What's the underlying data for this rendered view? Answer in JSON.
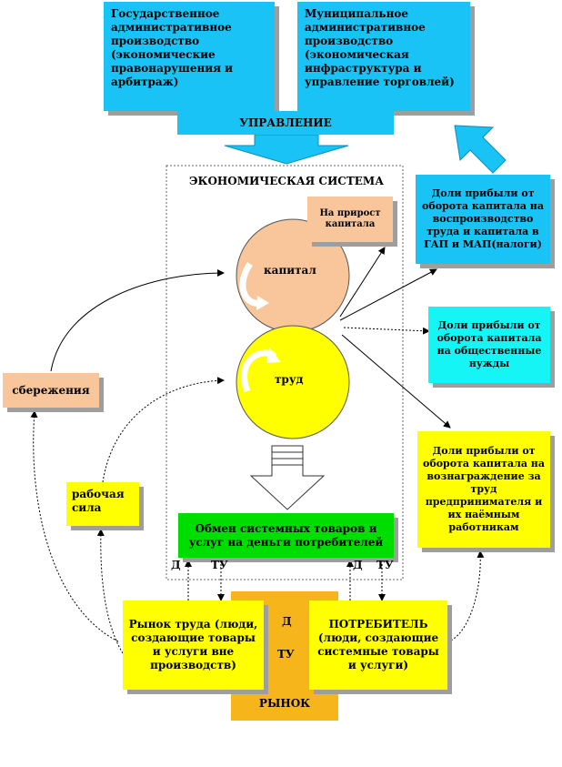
{
  "gov": {
    "state": "Государственное административное производство (экономические правонарушения и арбитраж)",
    "municipal": "Муниципальное административное производство (экономическая инфраструктура и управление торговлей)"
  },
  "management": "УПРАВЛЕНИЕ",
  "system_title": "ЭКОНОМИЧЕСКАЯ СИСТЕМА",
  "capital_growth": "На прирост капитала",
  "capital": "капитал",
  "labor": "труд",
  "exchange": "Обмен системных товаров и услуг на деньги потребителей",
  "profit_reproduction": "Доли прибыли от оборота капитала на воспроизводство труда и капитала в ГАП и МАП(налоги)",
  "profit_public": "Доли прибыли от оборота капитала на общественные нужды",
  "profit_reward": "Доли прибыли от оборота капитала на вознаграждение за труд предпринимателя и их наёмным работникам",
  "savings": "сбережения",
  "workforce": "рабочая сила",
  "labor_market": "Рынок труда (люди, создающие товары и услуги вне производств)",
  "consumer": "ПОТРЕБИТЕЛЬ (люди, создающие системные товары и услуги)",
  "market": "РЫНОК",
  "flow": {
    "d1": "Д",
    "tu1": "ТУ",
    "d2": "Д",
    "tu2": "ТУ",
    "d_mid": "Д",
    "tu_mid": "ТУ"
  },
  "colors": {
    "blue": "#19c3f5",
    "cyan": "#15f5f5",
    "yellow": "#ffff00",
    "green": "#00dd00",
    "peach": "#f8c69a",
    "orange": "#f6b51a"
  }
}
